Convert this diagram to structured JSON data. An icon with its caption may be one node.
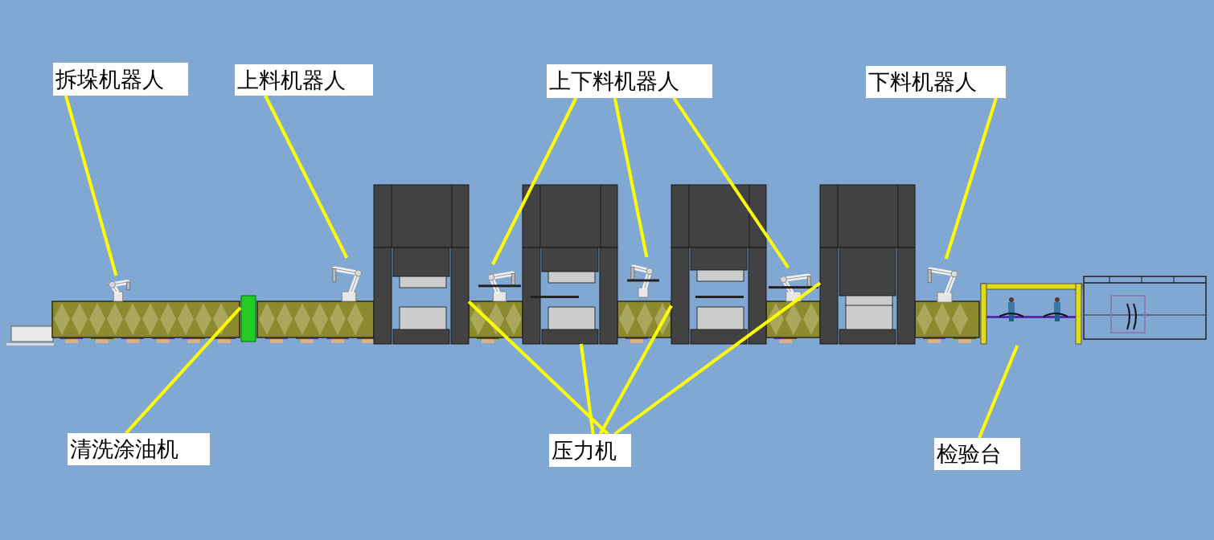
{
  "diagram": {
    "nodes": [
      {
        "text": [
          "拆垛机器人"
        ]
      },
      {
        "text": [
          "上料机器人"
        ]
      },
      {
        "text": [
          "上下料机器人"
        ]
      },
      {
        "text": [
          "下料机器人"
        ]
      },
      {
        "text": [],
        "shape": "picture"
      },
      {
        "text": [],
        "shape": "box"
      },
      {
        "text": [],
        "shape": "picture"
      },
      {
        "text": [],
        "shape": "picture"
      },
      {
        "text": [],
        "shape": "picture"
      },
      {
        "text": [],
        "shape": "picture"
      },
      {
        "text": [],
        "shape": "picture"
      },
      {
        "text": [],
        "shape": "picture"
      },
      {
        "text": [],
        "shape": "picture"
      },
      {
        "text": [],
        "shape": "picture"
      },
      {
        "text": [],
        "shape": "picture"
      },
      {
        "text": [],
        "shape": "picture"
      },
      {
        "text": [
          "清洗涂油机"
        ]
      },
      {
        "text": [
          "压力机"
        ]
      },
      {
        "text": [
          "检验台"
        ]
      }
    ],
    "edges": [
      {
        "from": 0,
        "to": 4,
        "arrow": "none"
      },
      {
        "from": 1,
        "to": 6,
        "arrow": "none"
      },
      {
        "from": 2,
        "to": 8,
        "arrow": "none"
      },
      {
        "from": 2,
        "to": 10,
        "arrow": "none"
      },
      {
        "from": 2,
        "to": 12,
        "arrow": "none"
      },
      {
        "from": 3,
        "to": 14,
        "arrow": "none"
      },
      {
        "from": 16,
        "to": 5,
        "arrow": "none"
      },
      {
        "from": 17,
        "to": 7,
        "arrow": "none"
      },
      {
        "from": 17,
        "to": 9,
        "arrow": "none"
      },
      {
        "from": 17,
        "to": 11,
        "arrow": "none"
      },
      {
        "from": 17,
        "to": 13,
        "arrow": "none"
      },
      {
        "from": 18,
        "to": 15,
        "arrow": "none"
      }
    ]
  }
}
